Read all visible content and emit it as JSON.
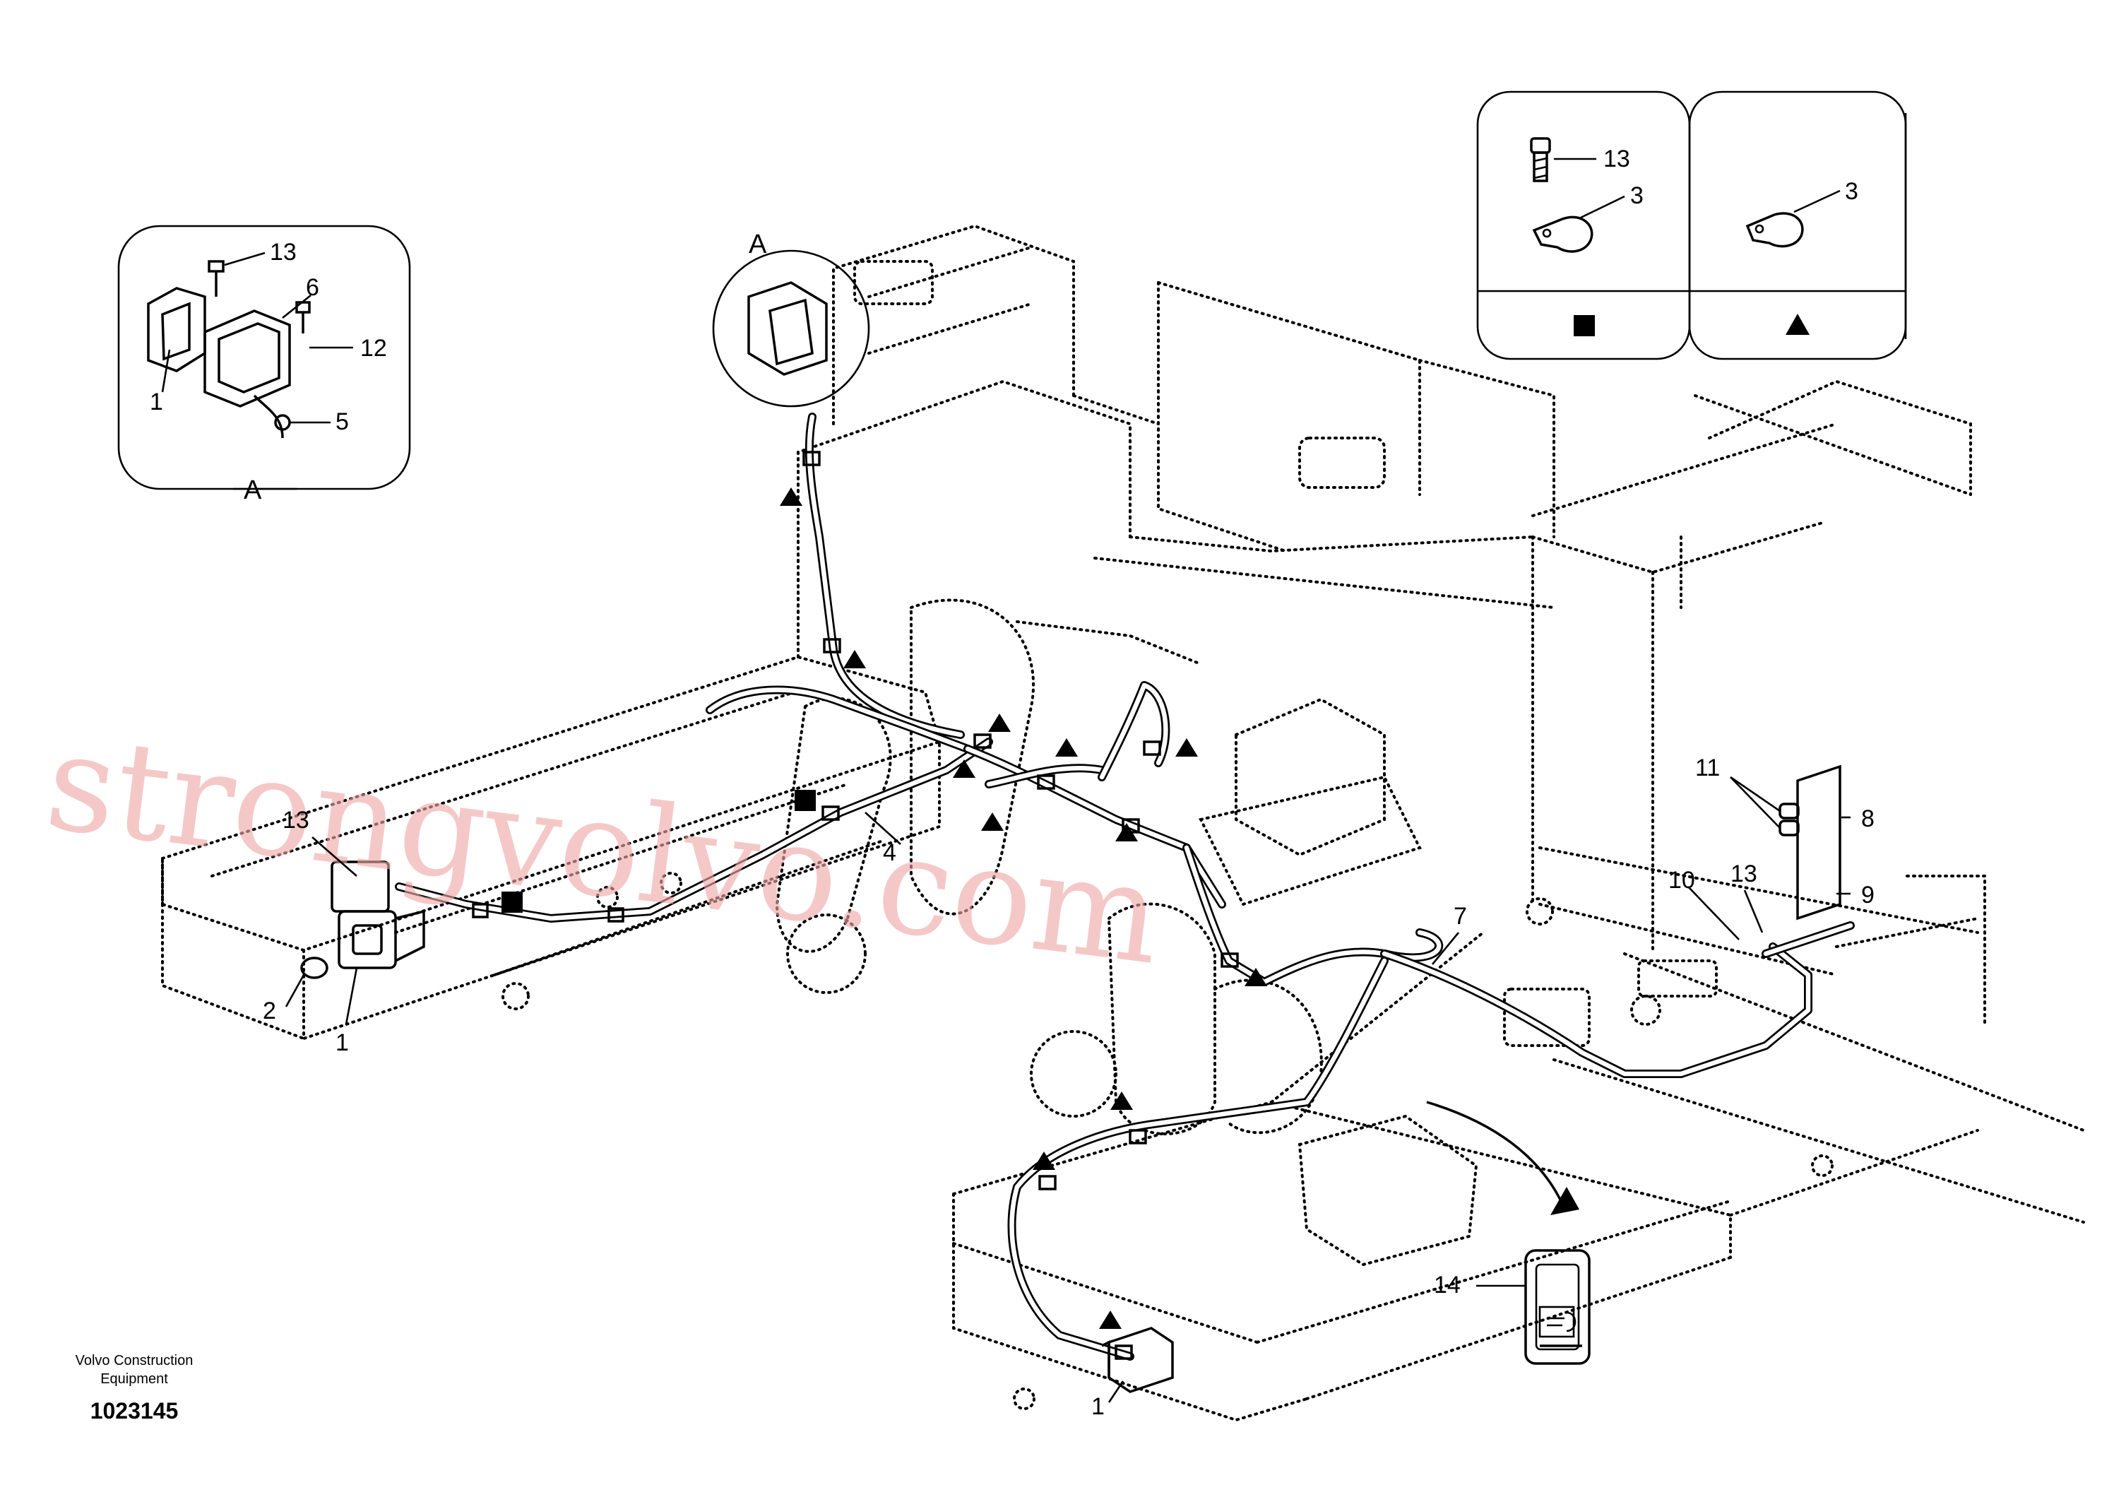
{
  "watermark": "strongvolvo.com",
  "footer": {
    "company_line1": "Volvo Construction",
    "company_line2": "Equipment",
    "drawing_number": "1023145"
  },
  "detail_a": {
    "view_letter": "A",
    "labels": {
      "bolt": "13",
      "bracket": "6",
      "screw": "12",
      "lamp": "1",
      "clip": "5"
    }
  },
  "legend": {
    "square_panel": {
      "bolt": "13",
      "clamp": "3"
    },
    "triangle_panel": {
      "clamp": "3"
    }
  },
  "main_view": {
    "lamp_label": "1",
    "bulb_label": "2",
    "bolt_label": "13",
    "harness_label": "4",
    "cable_label": "7",
    "cover_label": "8",
    "strap_label": "9",
    "connector_label": "10",
    "screws_label": "11",
    "bolt2_label": "13",
    "switch_label": "14",
    "lamp_lower_label": "1",
    "detail_letter": "A"
  }
}
